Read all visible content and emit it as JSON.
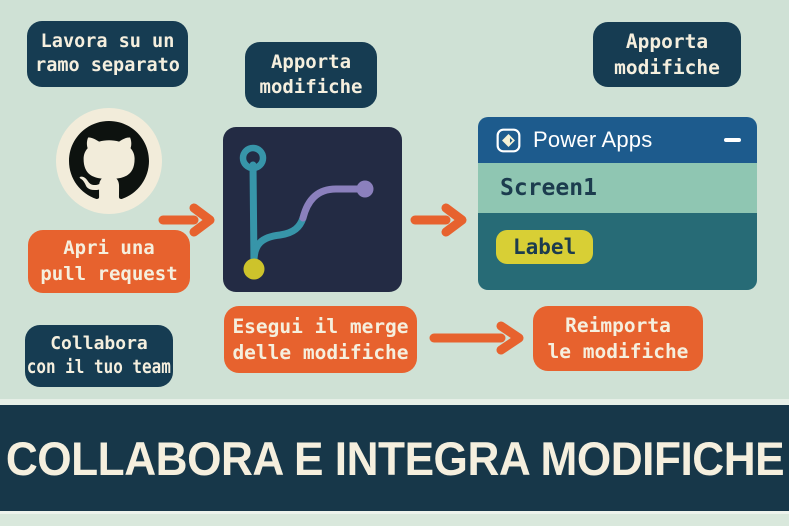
{
  "colors": {
    "bg": "#cfe1d5",
    "navy": "#163c52",
    "orange": "#e7622e",
    "cream": "#f5efde",
    "banner_navy": "#173749",
    "git_box": "#232b44",
    "teal_line": "#3795a9",
    "purple_line": "#8b80bd",
    "commit_yellow": "#cdc32b",
    "pa_header": "#1d5b8d",
    "pa_screen_row": "#8fc6b2",
    "pa_body": "#276b76",
    "label_yellow": "#d8cf35",
    "dark_text": "#1c3c4e",
    "github_bg": "#f2ecda",
    "github_mark": "#0d120f",
    "footer_strip": "#d9e8dc"
  },
  "badges": {
    "work_branch": {
      "line1": "Lavora su un",
      "line2": "ramo separato"
    },
    "open_pull_request": {
      "line1": "Apri una",
      "line2": "pull request"
    },
    "collaborate_team": {
      "line1": "Collabora",
      "line2": "con il tuo team"
    },
    "make_changes_center": {
      "line1": "Apporta",
      "line2": "modifiche"
    },
    "make_changes_right": {
      "line1": "Apporta",
      "line2": "modifiche"
    },
    "merge_changes": {
      "line1": "Esegui il merge",
      "line2": "delle modifiche"
    },
    "reimport_changes": {
      "line1": "Reimporta",
      "line2": "le modifiche"
    }
  },
  "power_apps_window": {
    "title": "Power Apps",
    "screen_name": "Screen1",
    "label_chip": "Label"
  },
  "banner": {
    "title": "COLLABORA E INTEGRA MODIFICHE"
  },
  "icons": {
    "github": "github-octocat-icon",
    "power_apps_logo": "power-apps-icon",
    "minimize": "minimize-icon",
    "flow_arrow": "arrow-right-icon"
  }
}
